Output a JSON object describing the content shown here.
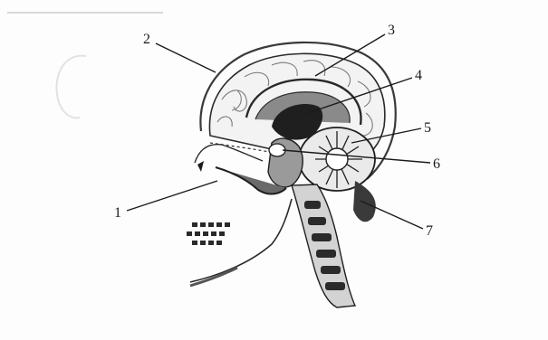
{
  "diagram": {
    "callouts": [
      {
        "id": "1",
        "label": "1"
      },
      {
        "id": "2",
        "label": "2"
      },
      {
        "id": "3",
        "label": "3"
      },
      {
        "id": "4",
        "label": "4"
      },
      {
        "id": "5",
        "label": "5"
      },
      {
        "id": "6",
        "label": "6"
      },
      {
        "id": "7",
        "label": "7"
      }
    ]
  },
  "colors": {
    "ink": "#1a1a1a",
    "shade": "#6b6b6b",
    "light": "#c9c9c9",
    "paper": "#fdfdfd"
  }
}
